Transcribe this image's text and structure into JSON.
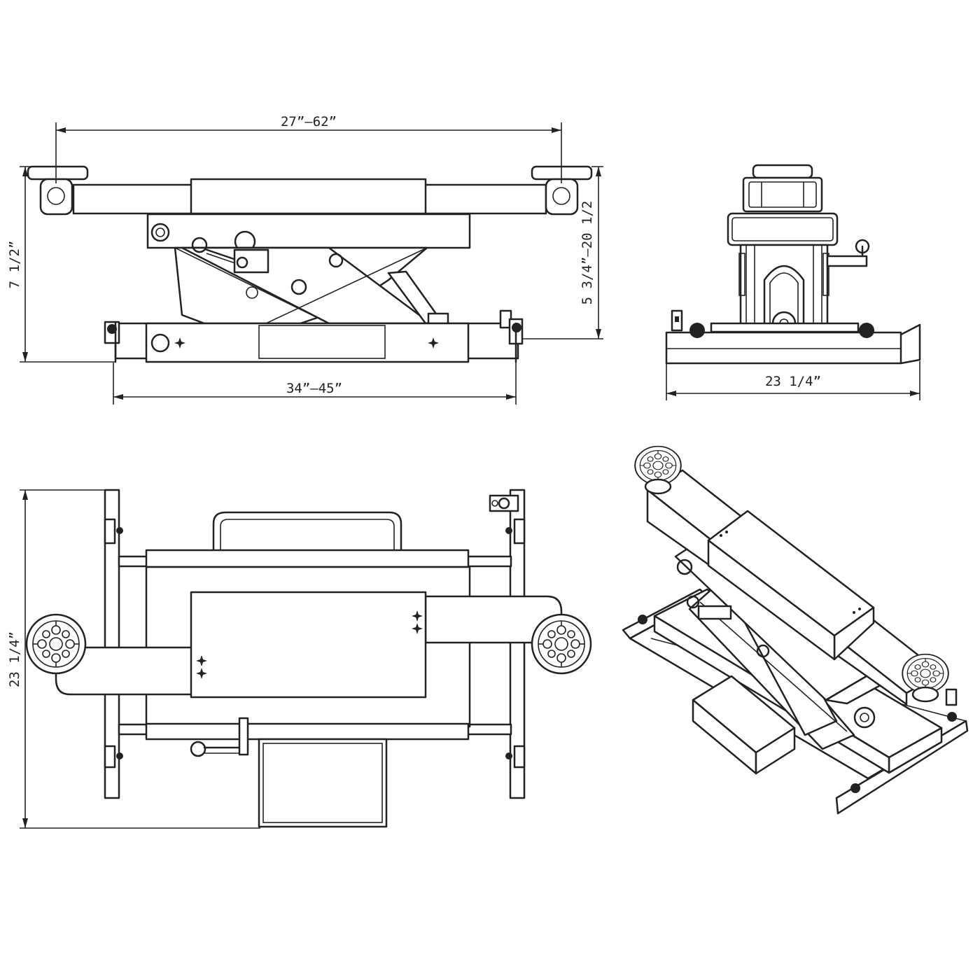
{
  "dimensions": {
    "top_width": "27”–62”",
    "base_length": "34”–45”",
    "closed_height": "7 1/2”",
    "lift_range": "5 3/4”–20 1/2",
    "end_width": "23 1/4”",
    "plan_width": "23 1/4”"
  },
  "colors": {
    "line": "#222222",
    "background": "#ffffff"
  }
}
